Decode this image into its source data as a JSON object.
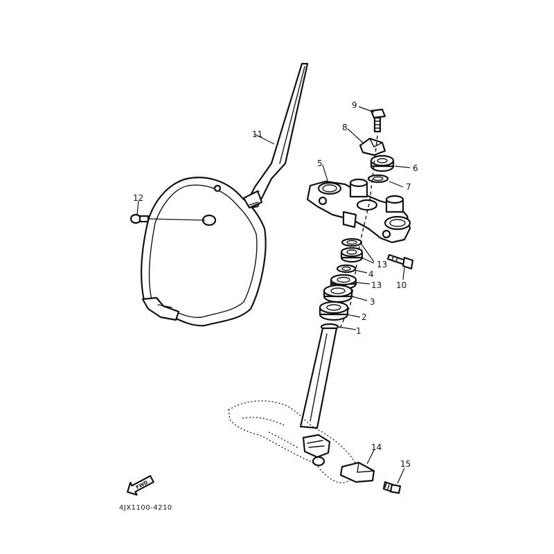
{
  "diagram_code": "4JX1100-4210",
  "fwd_label": "FWD",
  "callouts": {
    "c1": "1",
    "c2": "2",
    "c3": "3",
    "c4": "4",
    "c5": "5",
    "c6": "6",
    "c7": "7",
    "c8": "8",
    "c9": "9",
    "c10": "10",
    "c11": "11",
    "c12": "12",
    "c13a": "13",
    "c13b": "13",
    "c14": "14",
    "c15": "15"
  }
}
